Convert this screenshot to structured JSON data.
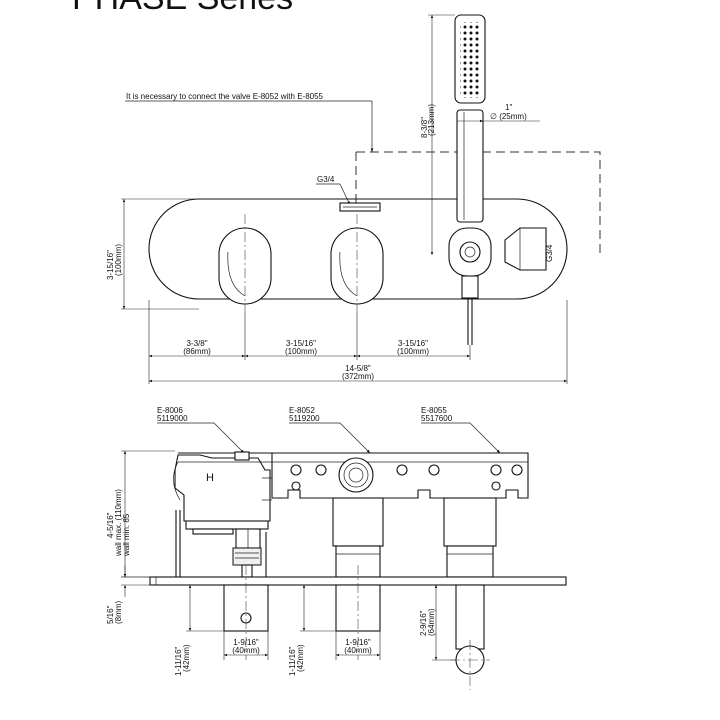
{
  "title": "PHASE Series",
  "note": "It is necessary to connect the valve E-8052 with E-8055",
  "thread_top": "G3/4",
  "thread_side": "G3/4",
  "handshower_length": {
    "imperial": "8-3/8\"",
    "metric": "(213mm)"
  },
  "handshower_diameter": {
    "imperial": "1\"",
    "metric": "∅ (25mm)"
  },
  "plate_height": {
    "imperial": "3-15/16\"",
    "metric": "(100mm)"
  },
  "spacing": [
    {
      "imperial": "3-3/8\"",
      "metric": "(86mm)"
    },
    {
      "imperial": "3-15/16\"",
      "metric": "(100mm)"
    },
    {
      "imperial": "3-15/16\"",
      "metric": "(100mm)"
    }
  ],
  "overall_width": {
    "imperial": "14-5/8\"",
    "metric": "(372mm)"
  },
  "components": [
    {
      "code": "E-8006",
      "number": "5119000"
    },
    {
      "code": "E-8052",
      "number": "5119200"
    },
    {
      "code": "E-8055",
      "number": "5517600"
    }
  ],
  "wall_depth": {
    "imperial": "4-5/16\"",
    "max": "wall max. (110mm)",
    "min": "wall min. 85"
  },
  "plate_depth": {
    "imperial": "5/16\"",
    "metric": "(8mm)"
  },
  "handle_width_1": {
    "imperial": "1-9/16\"",
    "metric": "(40mm)"
  },
  "handle_width_2": {
    "imperial": "1-9/16\"",
    "metric": "(40mm)"
  },
  "handle_depth_1": {
    "imperial": "1-11/16\"",
    "metric": "(42mm)"
  },
  "handle_depth_2": {
    "imperial": "1-11/16\"",
    "metric": "(42mm)"
  },
  "outlet_depth": {
    "imperial": "2-9/16\"",
    "metric": "(64mm)"
  }
}
